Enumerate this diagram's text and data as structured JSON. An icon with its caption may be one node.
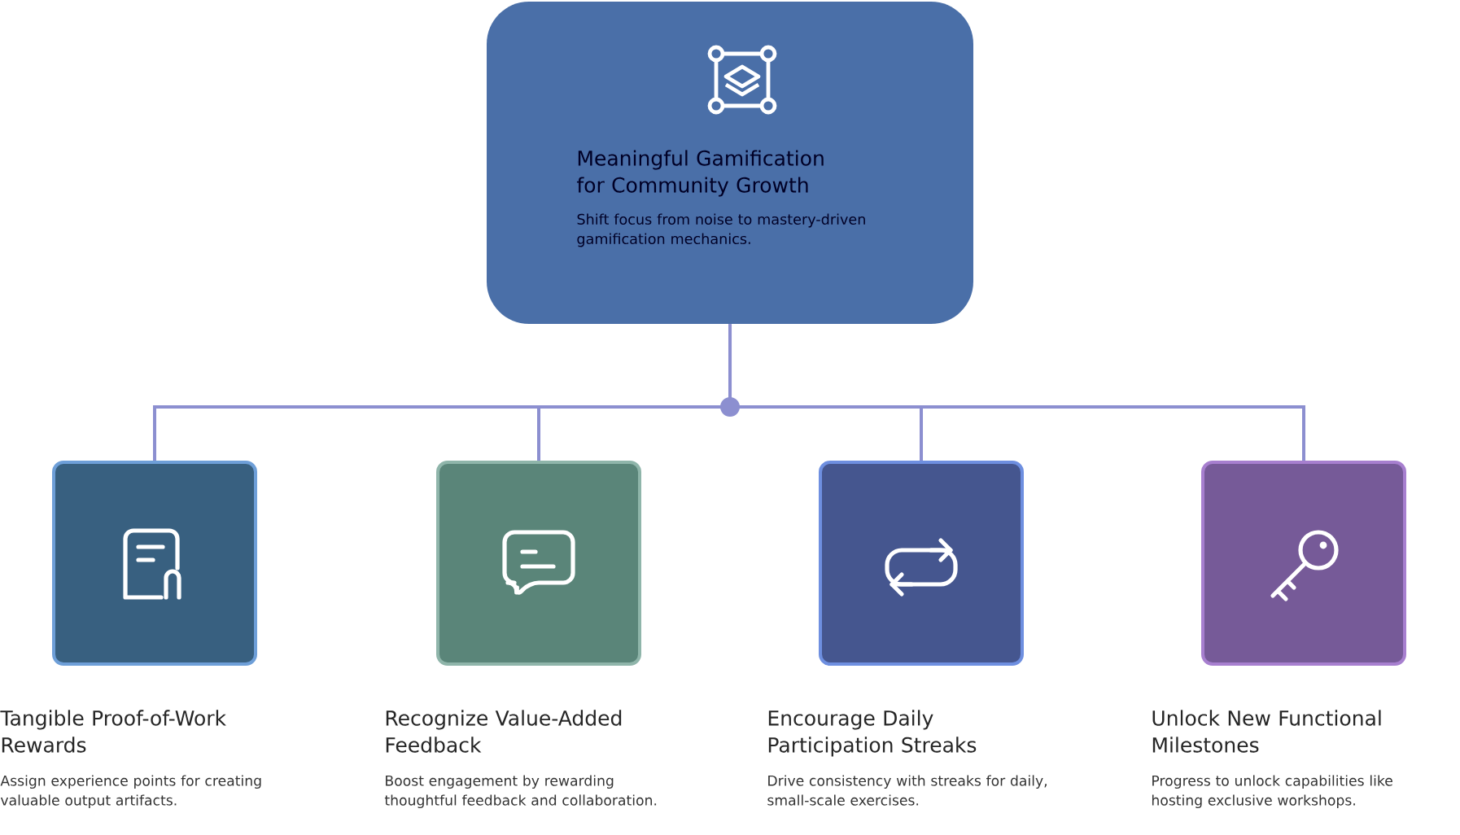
{
  "diagram": {
    "nodes": [
      {
        "text": [
          "Meaningful Gamification for Community Growth",
          "Shift focus from noise to mastery-driven gamification mechanics."
        ]
      },
      {
        "text": [
          "Tangible Proof-of-Work Rewards"
        ]
      },
      {
        "text": [
          "Recognize Value-Added Feedback"
        ]
      },
      {
        "text": [
          "Encourage Daily Participation Streaks"
        ]
      },
      {
        "text": [
          "Unlock New Functional Milestones"
        ]
      }
    ],
    "edges": [
      {
        "from": 0,
        "to": 1,
        "arrow": "none"
      },
      {
        "from": 0,
        "to": 2,
        "arrow": "none"
      },
      {
        "from": 0,
        "to": 3,
        "arrow": "none"
      },
      {
        "from": 0,
        "to": 4,
        "arrow": "none"
      }
    ],
    "labels": [
      "Assign experience points for creating valuable output artifacts.",
      "Boost engagement by rewarding thoughtful feedback and collaboration.",
      "Drive consistency with streaks for daily, small-scale exercises.",
      "Progress to unlock capabilities like hosting exclusive workshops."
    ]
  }
}
